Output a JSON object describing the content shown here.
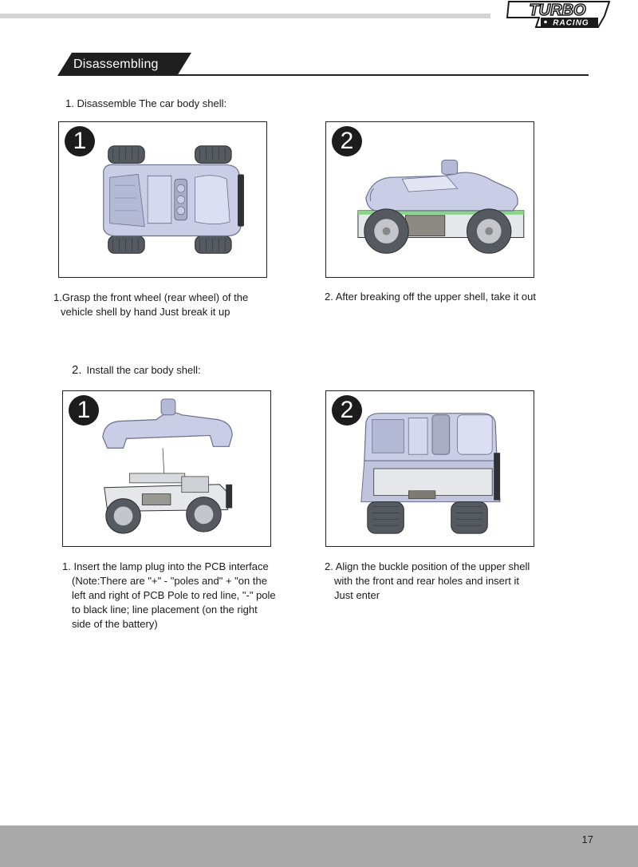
{
  "brand": {
    "logo_line1": "TURBO",
    "logo_line2": "RACING"
  },
  "section": {
    "title": "Disassembling"
  },
  "step1": {
    "heading": "1. Disassemble The car body shell:",
    "panels": [
      {
        "badge": "1",
        "caption_lines": [
          "1.Grasp the front wheel (rear wheel) of the",
          "vehicle shell by hand Just break it up"
        ]
      },
      {
        "badge": "2",
        "caption_lines": [
          "2. After breaking off the upper shell, take it out"
        ]
      }
    ]
  },
  "step2": {
    "number": "2.",
    "heading": "Install the car body shell:",
    "panels": [
      {
        "badge": "1",
        "caption_lines": [
          "1. Insert the lamp plug into the PCB interface",
          "(Note:There are \"+\" - \"poles and\" + \"on the",
          "left and right of PCB Pole to red line, \"-\" pole",
          "to black line; line placement (on the right",
          "side of the battery)"
        ]
      },
      {
        "badge": "2",
        "caption_lines": [
          "2. Align the buckle position of the upper shell",
          "with the front and rear holes and insert it",
          "Just enter"
        ]
      }
    ]
  },
  "footer": {
    "page_number": "17"
  },
  "colors": {
    "shell": "#c9cde6",
    "tire": "#555a60",
    "badge": "#1c1c1c",
    "footer": "#a9a9a9"
  }
}
